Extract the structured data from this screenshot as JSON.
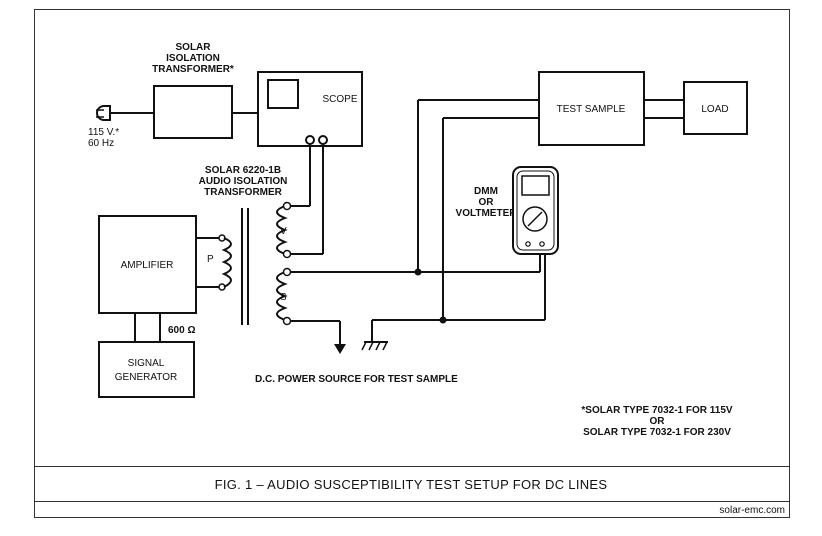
{
  "blocks": {
    "isolation_transformer": [
      "SOLAR",
      "ISOLATION",
      "TRANSFORMER*"
    ],
    "scope": "SCOPE",
    "test_sample": "TEST SAMPLE",
    "load": "LOAD",
    "amplifier": "AMPLIFIER",
    "signal_generator": [
      "SIGNAL",
      "GENERATOR"
    ]
  },
  "labels": {
    "mains": [
      "115 V.*",
      "60 Hz"
    ],
    "audio_transformer": [
      "SOLAR 6220-1B",
      "AUDIO ISOLATION",
      "TRANSFORMER"
    ],
    "winding_v": "V",
    "winding_p": "P",
    "winding_s": "S",
    "impedance": "600 Ω",
    "dmm": [
      "DMM",
      "OR",
      "VOLTMETER"
    ],
    "dc_source": "D.C. POWER SOURCE FOR TEST SAMPLE"
  },
  "footnote": [
    "*SOLAR TYPE 7032-1 FOR 115V",
    "OR",
    "SOLAR TYPE 7032-1 FOR 230V"
  ],
  "caption": "FIG. 1 – AUDIO SUSCEPTIBILITY TEST SETUP FOR DC LINES",
  "website": "solar-emc.com"
}
